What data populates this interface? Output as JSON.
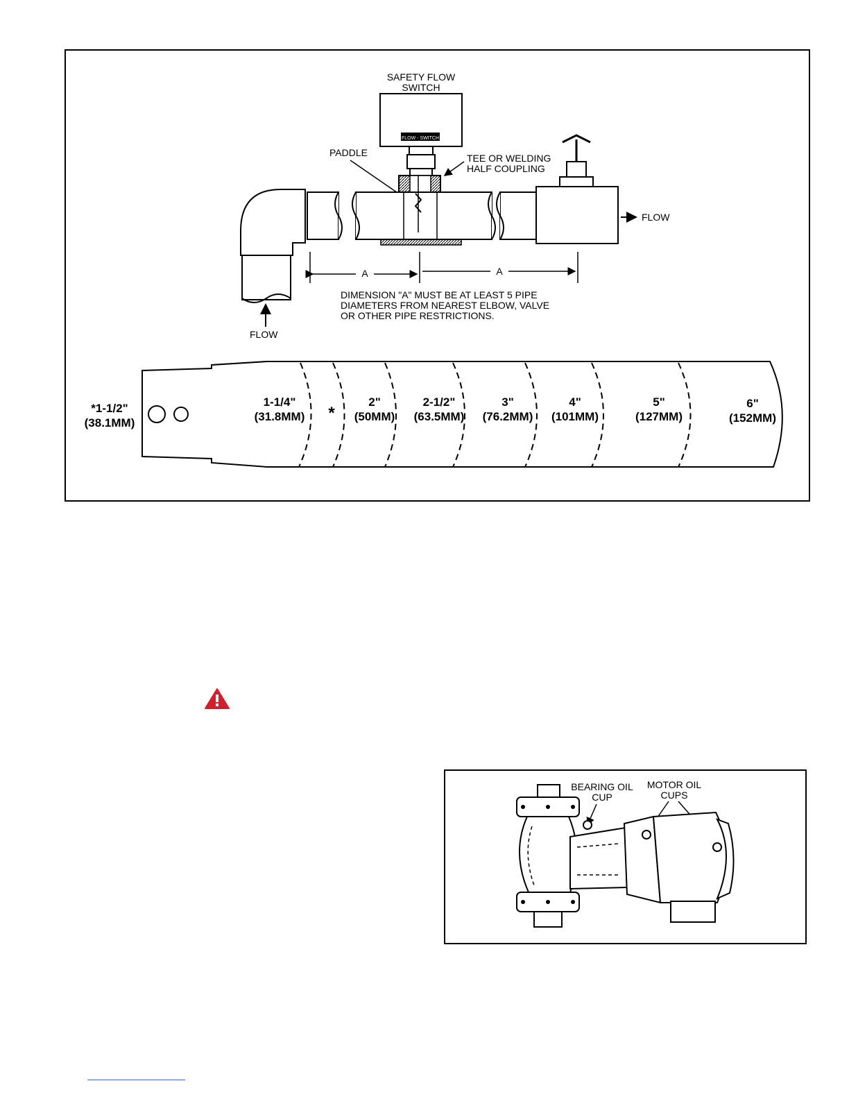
{
  "figure1": {
    "switch_label": [
      "SAFETY FLOW",
      "SWITCH"
    ],
    "switch_nameplate": "FLOW - SWITCH",
    "paddle_label": "PADDLE",
    "tee_label": [
      "TEE OR WELDING",
      "HALF COUPLING"
    ],
    "flow_right": "FLOW",
    "flow_bottom": "FLOW",
    "dim_a_left": "A",
    "dim_a_right": "A",
    "note": [
      "DIMENSION \"A\" MUST BE AT LEAST 5 PIPE",
      "DIAMETERS FROM NEAREST ELBOW, VALVE",
      "OR OTHER PIPE RESTRICTIONS."
    ],
    "paddle_sizes": [
      {
        "size": "*1-1/2\"",
        "metric": "(38.1MM)"
      },
      {
        "size": "1-1/4\"",
        "metric": "(31.8MM)"
      },
      {
        "size": "*",
        "metric": ""
      },
      {
        "size": "2\"",
        "metric": "(50MM)"
      },
      {
        "size": "2-1/2\"",
        "metric": "(63.5MM)"
      },
      {
        "size": "3\"",
        "metric": "(76.2MM)"
      },
      {
        "size": "4\"",
        "metric": "(101MM)"
      },
      {
        "size": "5\"",
        "metric": "(127MM)"
      },
      {
        "size": "6\"",
        "metric": "(152MM)"
      }
    ]
  },
  "figure2": {
    "bearing_label": [
      "BEARING OIL",
      "CUP"
    ],
    "motor_label": [
      "MOTOR OIL",
      "CUPS"
    ]
  },
  "warning_icon": "warning-triangle-icon",
  "colors": {
    "warning": "#d0202e",
    "rule": "#3a5bd9"
  }
}
